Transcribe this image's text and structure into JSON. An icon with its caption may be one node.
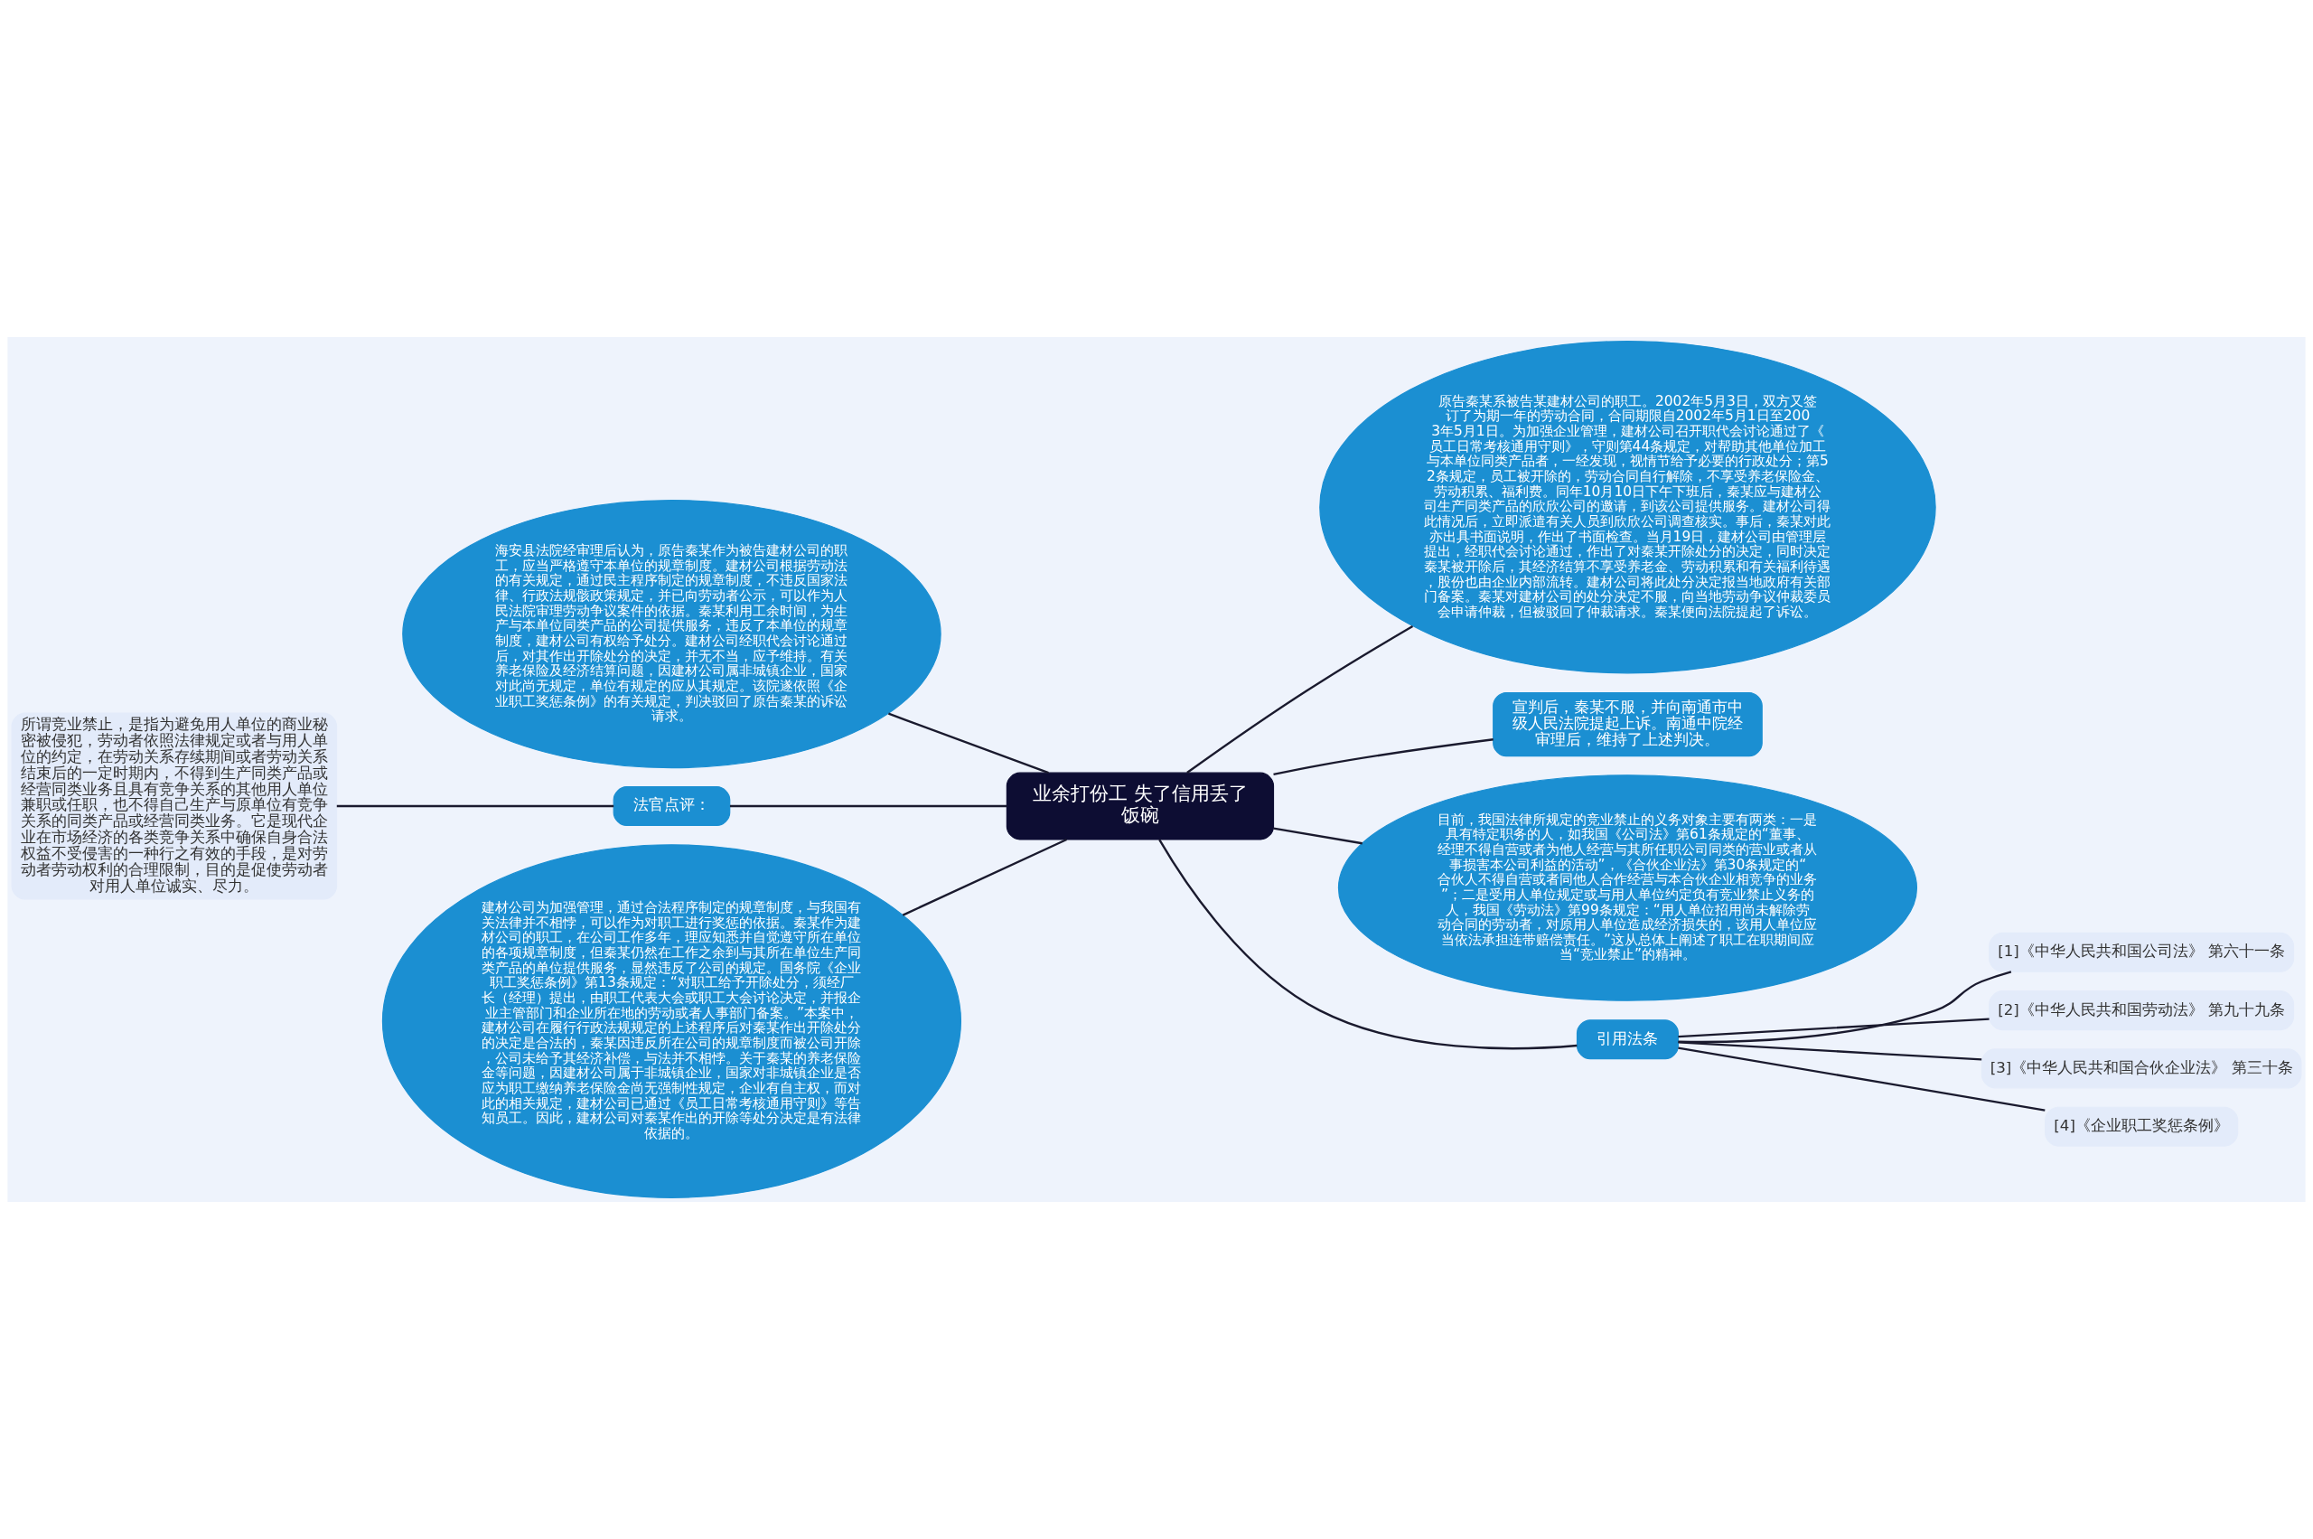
{
  "diagram": {
    "nodes": [
      {
        "text": [
          "业余打份工 失了信用丢了饭碗"
        ]
      },
      {
        "text": [
          "海安县法院经审理后认为，原告秦某作为被告建材公司的职工，应当严格遵守本单位的规章制度。建材公司根据劳动法的有关规定，通过民主程序制定的规章制度，不违反国家法律、行政法规骸政策规定，并已向劳动者公示，可以作为人民法院审理劳动争议案件的依据。秦某利用工余时间，为生产与本单位同类产品的公司提供服务，违反了本单位的规章制度，建材公司有权给予处分。建材公司经职代会讨论通过后，对其作出开除处分的决定，并无不当，应予维持。有关养老保险及经济结算问题，因建材公司属非城镇企业，国家对此尚无规定，单位有规定的应从其规定。该院遂依照《企业职工奖惩条例》的有关规定，判决驳回了原告秦某的诉讼请求。"
        ]
      },
      {
        "text": [
          "原告秦某系被告某建材公司的职工。2002年5月3日，双方又签订了为期一年的劳动合同，合同期限自2002年5月1日至2003年5月1日。为加强企业管理，建材公司召开职代会讨论通过了《员工日常考核通用守则》，守则第44条规定，对帮助其他单位加工与本单位同类产品者，一经发现，视情节给予必要的行政处分；第52条规定，员工被开除的，劳动合同自行解除，不享受养老保险金、劳动积累、福利费。同年10月10日下午下班后，秦某应与建材公司生产同类产品的欣欣公司的邀请，到该公司提供服务。建材公司得此情况后，立即派遣有关人员到欣欣公司调查核实。事后，秦某对此亦出具书面说明，作出了书面检查。当月19日，建材公司由管理层提出，经职代会讨论通过，作出了对秦某开除处分的决定，同时决定秦某被开除后，其经济结算不享受养老金、劳动积累和有关福利待遇，股份也由企业内部流转。建材公司将此处分决定报当地政府有关部门备案。秦某对建材公司的处分决定不服，向当地劳动争议仲裁委员会申请仲裁，但被驳回了仲裁请求。秦某便向法院提起了诉讼。"
        ]
      },
      {
        "text": [
          "法官点评："
        ]
      },
      {
        "text": [
          "所谓竞业禁止，是指为避免用人单位的商业秘密被侵犯，劳动者依照法律规定或者与用人单位的约定，在劳动关系存续期间或者劳动关系结束后的一定时期内，不得到生产同类产品或经营同类业务且具有竞争关系的其他用人单位兼职或任职，也不得自己生产与原单位有竞争关系的同类产品或经营同类业务。它是现代企业在市场经济的各类竞争关系中确保自身合法权益不受侵害的一种行之有效的手段，是对劳动者劳动权利的合理限制，目的是促使劳动者对用人单位诚实、尽力。"
        ]
      },
      {
        "text": [
          "建材公司为加强管理，通过合法程序制定的规章制度，与我国有关法律并不相悖，可以作为对职工进行奖惩的依据。秦某作为建材公司的职工，在公司工作多年，理应知悉并自觉遵守所在单位的各项规章制度，但秦某仍然在工作之余到与其所在单位生产同类产品的单位提供服务，显然违反了公司的规定。国务院《企业职工奖惩条例》第13条规定：“对职工给予开除处分，须经厂长（经理）提出，由职工代表大会或职工大会讨论决定，并报企业主管部门和企业所在地的劳动或者人事部门备案。”本案中，建材公司在履行行政法规规定的上述程序后对秦某作出开除处分的决定是合法的，秦某因违反所在公司的规章制度而被公司开除，公司未给予其经济补偿，与法并不相悖。关于秦某的养老保险金等问题，因建材公司属于非城镇企业，国家对非城镇企业是否应为职工缴纳养老保险金尚无强制性规定，企业有自主权，而对此的相关规定，建材公司已通过《员工日常考核通用守则》等告知员工。因此，建材公司对秦某作出的开除等处分决定是有法律依据的。"
        ]
      },
      {
        "text": [
          "宣判后，秦某不服，并向南通市中级人民法院提起上诉。南通中院经审理后，维持了上述判决。"
        ]
      },
      {
        "text": [
          "目前，我国法律所规定的竞业禁止的义务对象主要有两类：一是具有特定职务的人，如我国《公司法》第61条规定的“董事、经理不得自营或者为他人经营与其所任职公司同类的营业或者从事损害本公司利益的活动”，《合伙企业法》第30条规定的“合伙人不得自营或者同他人合作经营与本合伙企业相竞争的业务”；二是受用人单位规定或与用人单位约定负有竞业禁止义务的人，我国《劳动法》第99条规定：“用人单位招用尚未解除劳动合同的劳动者，对原用人单位造成经济损失的，该用人单位应当依法承担连带赔偿责任。”这从总体上阐述了职工在职期间应当“竞业禁止”的精神。"
        ]
      },
      {
        "text": [
          "引用法条"
        ]
      },
      {
        "text": [
          "[1]《中华人民共和国公司法》 第六十一条"
        ]
      },
      {
        "text": [
          "[2]《中华人民共和国劳动法》 第九十九条"
        ]
      },
      {
        "text": [
          "[3]《中华人民共和国合伙企业法》 第三十条"
        ]
      },
      {
        "text": [
          "[4]《企业职工奖惩条例》"
        ]
      }
    ],
    "edges": [
      {
        "from": 0,
        "to": 1,
        "arrow": "none"
      },
      {
        "from": 0,
        "to": 2,
        "arrow": "none"
      },
      {
        "from": 0,
        "to": 3,
        "arrow": "none"
      },
      {
        "from": 3,
        "to": 4,
        "arrow": "none"
      },
      {
        "from": 0,
        "to": 5,
        "arrow": "none"
      },
      {
        "from": 0,
        "to": 6,
        "arrow": "none"
      },
      {
        "from": 0,
        "to": 7,
        "arrow": "none"
      },
      {
        "from": 0,
        "to": 8,
        "arrow": "none"
      },
      {
        "from": 8,
        "to": 9,
        "arrow": "none"
      },
      {
        "from": 8,
        "to": 10,
        "arrow": "none"
      },
      {
        "from": 8,
        "to": 11,
        "arrow": "none"
      },
      {
        "from": 8,
        "to": 12,
        "arrow": "none"
      }
    ]
  }
}
